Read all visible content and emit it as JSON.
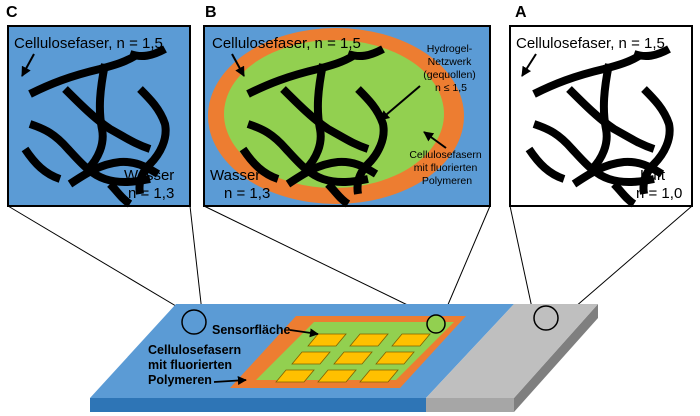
{
  "panels": {
    "c": {
      "letter": "C",
      "fiber_label": "Cellulosefaser, n = 1,5",
      "medium_label": "Wasser",
      "medium_index": "n = 1,3"
    },
    "b": {
      "letter": "B",
      "fiber_label": "Cellulosefaser, n = 1,5",
      "medium_label": "Wasser",
      "medium_index": "n = 1,3",
      "hydrogel_lines": [
        "Hydrogel-",
        "Netzwerk",
        "(gequollen)",
        "n ≤ 1,5"
      ],
      "polymer_lines": [
        "Cellulosefasern",
        "mit fluorierten",
        "Polymeren"
      ]
    },
    "a": {
      "letter": "A",
      "fiber_label": "Cellulosefaser, n = 1,5",
      "medium_label": "Luft",
      "medium_index": "n = 1,0"
    }
  },
  "chip": {
    "sensor_label": "Sensorfläche",
    "polymer_lines": [
      "Cellulosefasern",
      "mit fluorierten",
      "Polymeren"
    ]
  },
  "colors": {
    "water_blue": "#5b9bd5",
    "hydrogel_green": "#92d050",
    "polymer_orange": "#ed7d31",
    "sensor_yellow": "#ffc000",
    "substrate_gray": "#bfbfbf",
    "fiber_black": "#000000"
  }
}
